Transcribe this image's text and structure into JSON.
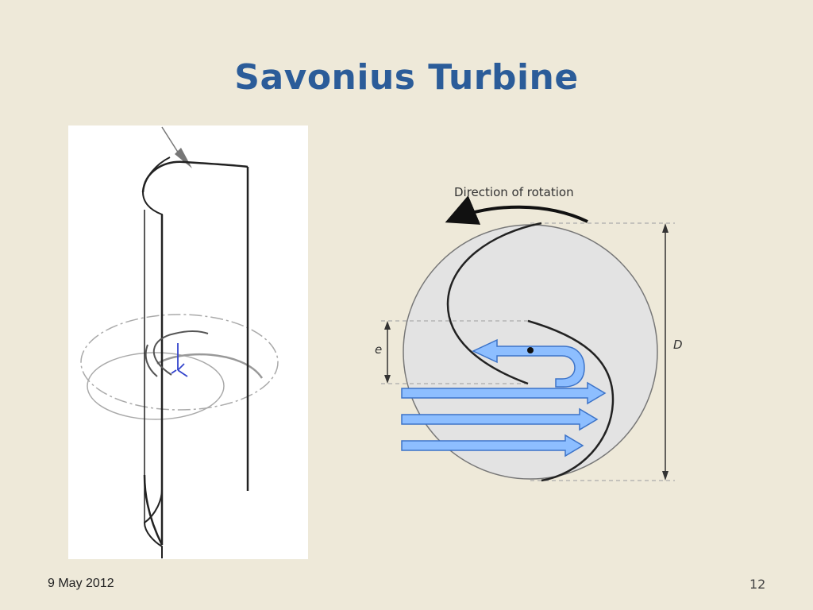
{
  "slide": {
    "title": "Savonius Turbine",
    "date": "9 May 2012",
    "page_number": "12"
  },
  "diagram": {
    "direction_label": "Direction of rotation",
    "gap_label": "e",
    "diameter_label": "D"
  },
  "colors": {
    "title": "#2B5C99",
    "background": "#EEE9D9",
    "rotor_fill": "#E3E3E3",
    "flow_arrow_fill": "#8DBEFF",
    "flow_arrow_stroke": "#3C73C8"
  }
}
